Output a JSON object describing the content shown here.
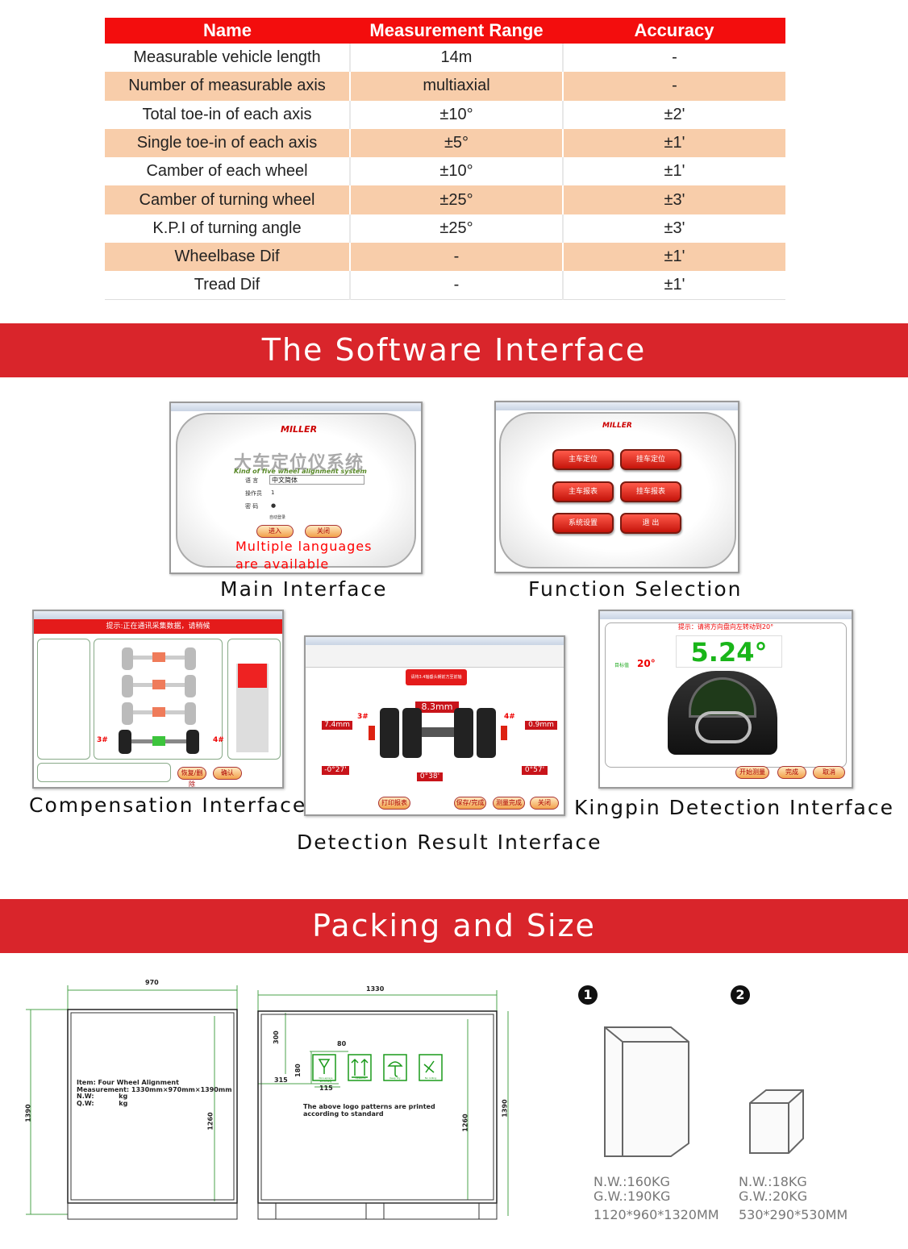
{
  "spec_table": {
    "headers": [
      "Name",
      "Measurement Range",
      "Accuracy"
    ],
    "rows": [
      [
        "Measurable vehicle length",
        "14m",
        "-"
      ],
      [
        "Number of measurable axis",
        "multiaxial",
        "-"
      ],
      [
        "Total toe-in of each axis",
        "±10°",
        "±2'"
      ],
      [
        "Single toe-in of each axis",
        "±5°",
        "±1'"
      ],
      [
        "Camber of each wheel",
        "±10°",
        "±1'"
      ],
      [
        "Camber of turning wheel",
        "±25°",
        "±3'"
      ],
      [
        "K.P.I of turning angle",
        "±25°",
        "±3'"
      ],
      [
        "Wheelbase Dif",
        "-",
        "±1'"
      ],
      [
        "Tread Dif",
        "-",
        "±1'"
      ]
    ]
  },
  "software_section": {
    "title": "The Software Interface",
    "main": {
      "caption": "Main Interface",
      "logo": "MILLER",
      "cn_title": "大车定位仪系统",
      "en_title": "Kind of five wheel alignment system",
      "lang_label": "语 言",
      "lang_value": "中文简体",
      "operator_label": "操作员",
      "operator_value": "1",
      "password_label": "密 码",
      "password_value": "●",
      "auto_login": "自动登录",
      "enter_btn": "进入",
      "close_btn": "关闭",
      "note_line1": "Multiple languages",
      "note_line2": "are available"
    },
    "function": {
      "caption": "Function Selection",
      "logo": "MILLER",
      "buttons": [
        "主车定位",
        "挂车定位",
        "主车报表",
        "挂车报表",
        "系统设置",
        "退 出"
      ]
    },
    "compensation": {
      "caption": "Compensation Interface",
      "banner": "提示:正在通讯采集数据，请稍候",
      "btn1": "恢复/删除",
      "btn2": "确认",
      "left_num": "3#",
      "right_num": "4#"
    },
    "detection": {
      "caption": "Detection Result Interface",
      "hint": "请将3.4轴垂头朝前方至前轴",
      "top_value": "8.3mm",
      "left_num": "3#",
      "right_num": "4#",
      "left_value": "7.4mm",
      "right_value": "0.9mm",
      "bl_value": "-0°27'",
      "bc_value": "0°38'",
      "br_value": "0°57'",
      "btn_print": "打印报表",
      "btn_save": "保存/完成",
      "btn_measure": "测量完成",
      "btn_close": "关闭"
    },
    "kingpin": {
      "caption": "Kingpin Detection Interface",
      "hint": "提示：请将方向盘向左转动到20°",
      "angle_label": "目标值",
      "angle_value": "20°",
      "reading": "5.24°",
      "btn1": "开始测量",
      "btn2": "完成",
      "btn3": "取消"
    }
  },
  "packing_section": {
    "title": "Packing and Size",
    "front": {
      "width": "970",
      "height": "1390",
      "inner_height": "1260",
      "label_item": "Item:  Four Wheel Alignment",
      "label_meas": "Measurement:  1330mm×970mm×1390mm",
      "label_nw": "N.W:           kg",
      "label_qw": "Q.W:           kg"
    },
    "side": {
      "width": "1330",
      "height": "1390",
      "inner_height": "1260",
      "d300": "300",
      "d80": "80",
      "d180": "180",
      "d315": "315",
      "d115": "115",
      "note1": "The above logo patterns are printed",
      "note2": "according to standard",
      "icon_labels": [
        "Non-sprays according",
        "Upwards",
        "Keep dry",
        "No rolling"
      ]
    },
    "box1": {
      "num": "1",
      "nw": "N.W.:160KG",
      "gw": "G.W.:190KG",
      "size": "1120*960*1320MM"
    },
    "box2": {
      "num": "2",
      "nw": "N.W.:18KG",
      "gw": "G.W.:20KG",
      "size": "530*290*530MM"
    }
  }
}
